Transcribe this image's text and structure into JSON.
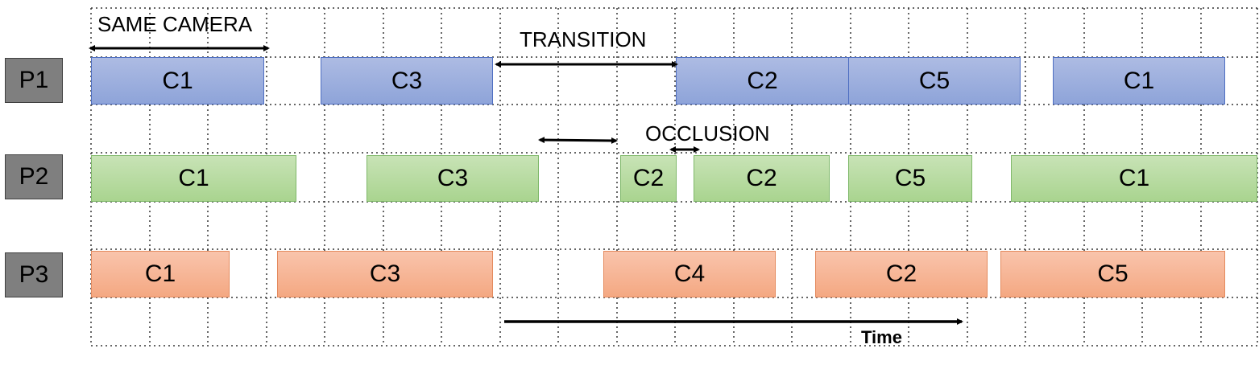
{
  "persons": [
    "P1",
    "P2",
    "P3"
  ],
  "rows": [
    {
      "person": "P1",
      "color": "#8ea4d9",
      "segments": [
        "C1",
        "C3",
        "C2",
        "C5",
        "C1"
      ]
    },
    {
      "person": "P2",
      "color": "#a9d48f",
      "segments": [
        "C1",
        "C3",
        "C2",
        "C2",
        "C5",
        "C1"
      ]
    },
    {
      "person": "P3",
      "color": "#f4a882",
      "segments": [
        "C1",
        "C3",
        "C4",
        "C2",
        "C5"
      ]
    }
  ],
  "annotations": {
    "same_camera": "SAME CAMERA",
    "transition": "TRANSITION",
    "occlusion": "OCCLUSION",
    "time": "Time"
  }
}
